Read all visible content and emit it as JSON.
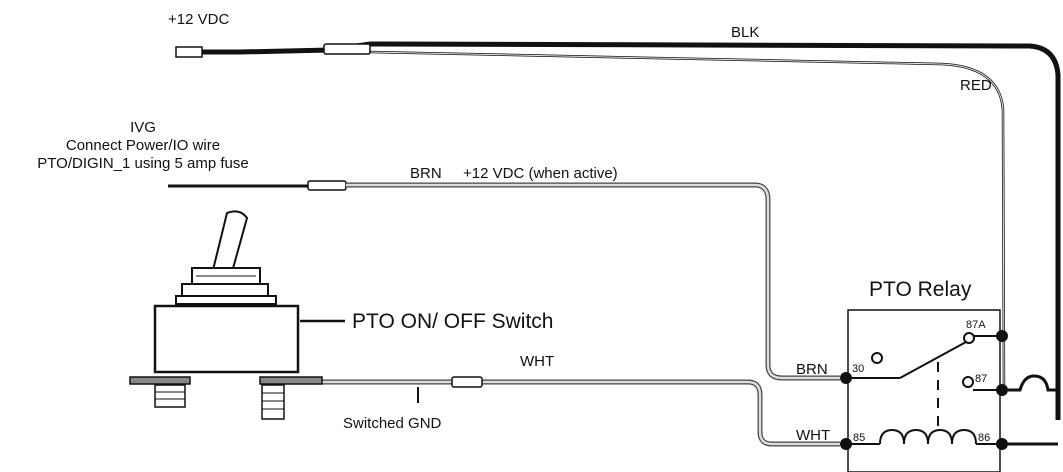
{
  "labels": {
    "power_top": "+12 VDC",
    "blk": "BLK",
    "red": "RED",
    "ivg_line1": "IVG",
    "ivg_line2": "Connect Power/IO wire",
    "ivg_line3": "PTO/DIGIN_1 using 5 amp fuse",
    "brn_wire": "BRN",
    "brn_active": "+12 VDC (when active)",
    "switch_label": "PTO ON/ OFF Switch",
    "wht_wire": "WHT",
    "switched_gnd": "Switched GND",
    "relay_title": "PTO Relay",
    "relay_brn": "BRN",
    "relay_wht": "WHT",
    "pin_30": "30",
    "pin_87a": "87A",
    "pin_87": "87",
    "pin_85": "85",
    "pin_86": "86"
  },
  "colors": {
    "wire_black": "#111111",
    "wire_gray_outline": "#444444",
    "wire_gray_fill": "#dddddd",
    "background": "#ffffff"
  }
}
